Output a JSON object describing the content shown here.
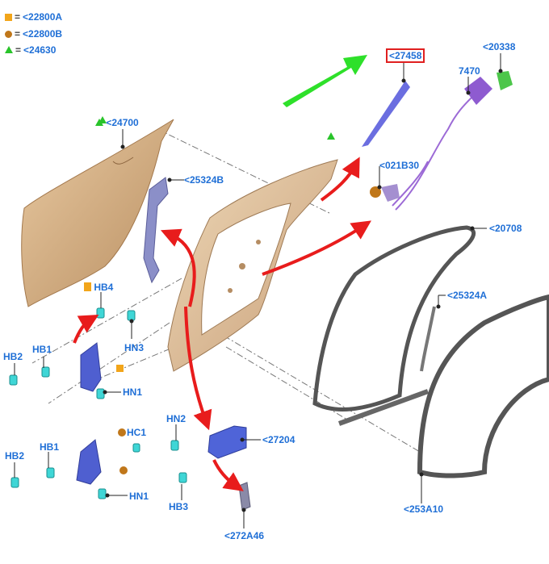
{
  "legend": [
    {
      "symbol": "square",
      "color": "#f2a51a",
      "eq": "=",
      "text": "<22800A"
    },
    {
      "symbol": "circle",
      "color": "#c0771a",
      "eq": "=",
      "text": "<22800B"
    },
    {
      "symbol": "triangle",
      "color": "#29c42a",
      "eq": "=",
      "text": "<24630"
    }
  ],
  "callouts": {
    "p27458": "<27458",
    "p20338": "<20338",
    "p7470": "7470",
    "p24700": "<24700",
    "p25324B": "<25324B",
    "p021B30": "<021B30",
    "p20708": "<20708",
    "p25324A": "<25324A",
    "hb4": "HB4",
    "hb1a": "HB1",
    "hb2a": "HB2",
    "hn3": "HN3",
    "hn1a": "HN1",
    "hc1": "HC1",
    "hb2b": "HB2",
    "hb1b": "HB1",
    "hn1b": "HN1",
    "hn2": "HN2",
    "p27204": "<27204",
    "hb3": "HB3",
    "p272A46": "<272A46",
    "p253A10": "<253A10"
  },
  "colors": {
    "label": "#1f6fd6",
    "highlight_box": "#e02020",
    "arrow_red": "#e81c1c",
    "arrow_green": "#2ee02a",
    "door_skin": "#d9b48a",
    "bracket_blue": "#4f5fd0",
    "fastener_cyan": "#3fd6d6",
    "seal_gray": "#555555"
  },
  "icons": {
    "square": "orange-square-icon",
    "circle": "brown-circle-icon",
    "triangle": "green-triangle-icon"
  }
}
